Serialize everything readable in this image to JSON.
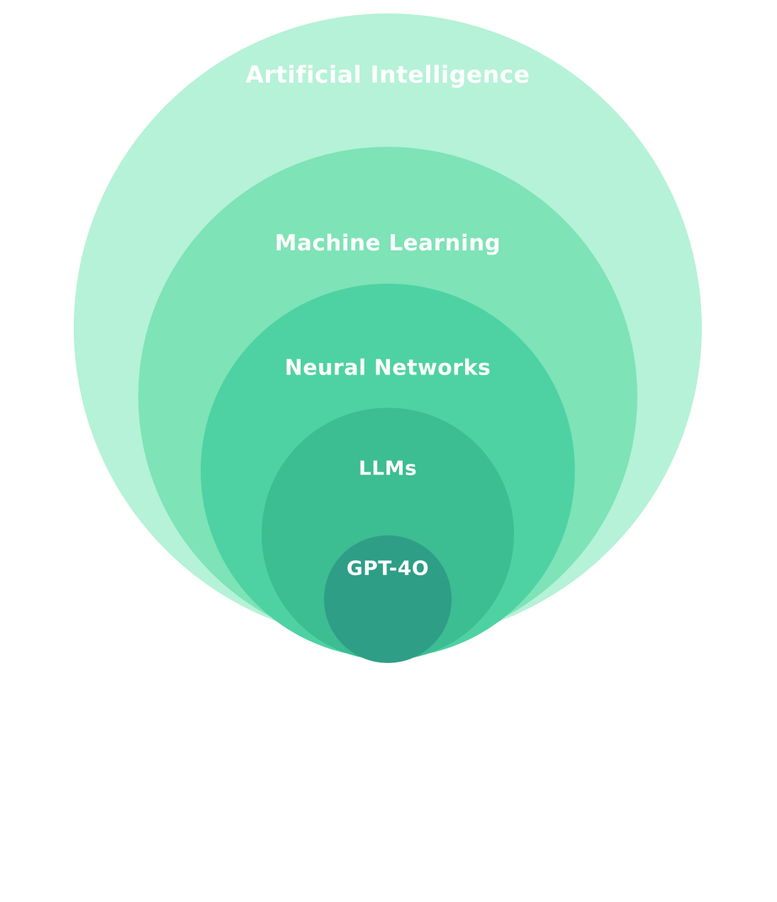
{
  "diagram": {
    "type": "nested-circles",
    "text_color": "#ffffff",
    "layers": [
      {
        "label": "Artificial Intelligence",
        "color": "#b5f2d7"
      },
      {
        "label": "Machine Learning",
        "color": "#7ee3b7"
      },
      {
        "label": "Neural Networks",
        "color": "#4ed2a3"
      },
      {
        "label": "LLMs",
        "color": "#3cbd92"
      },
      {
        "label": "GPT-4O",
        "color": "#2f9e86"
      }
    ]
  }
}
